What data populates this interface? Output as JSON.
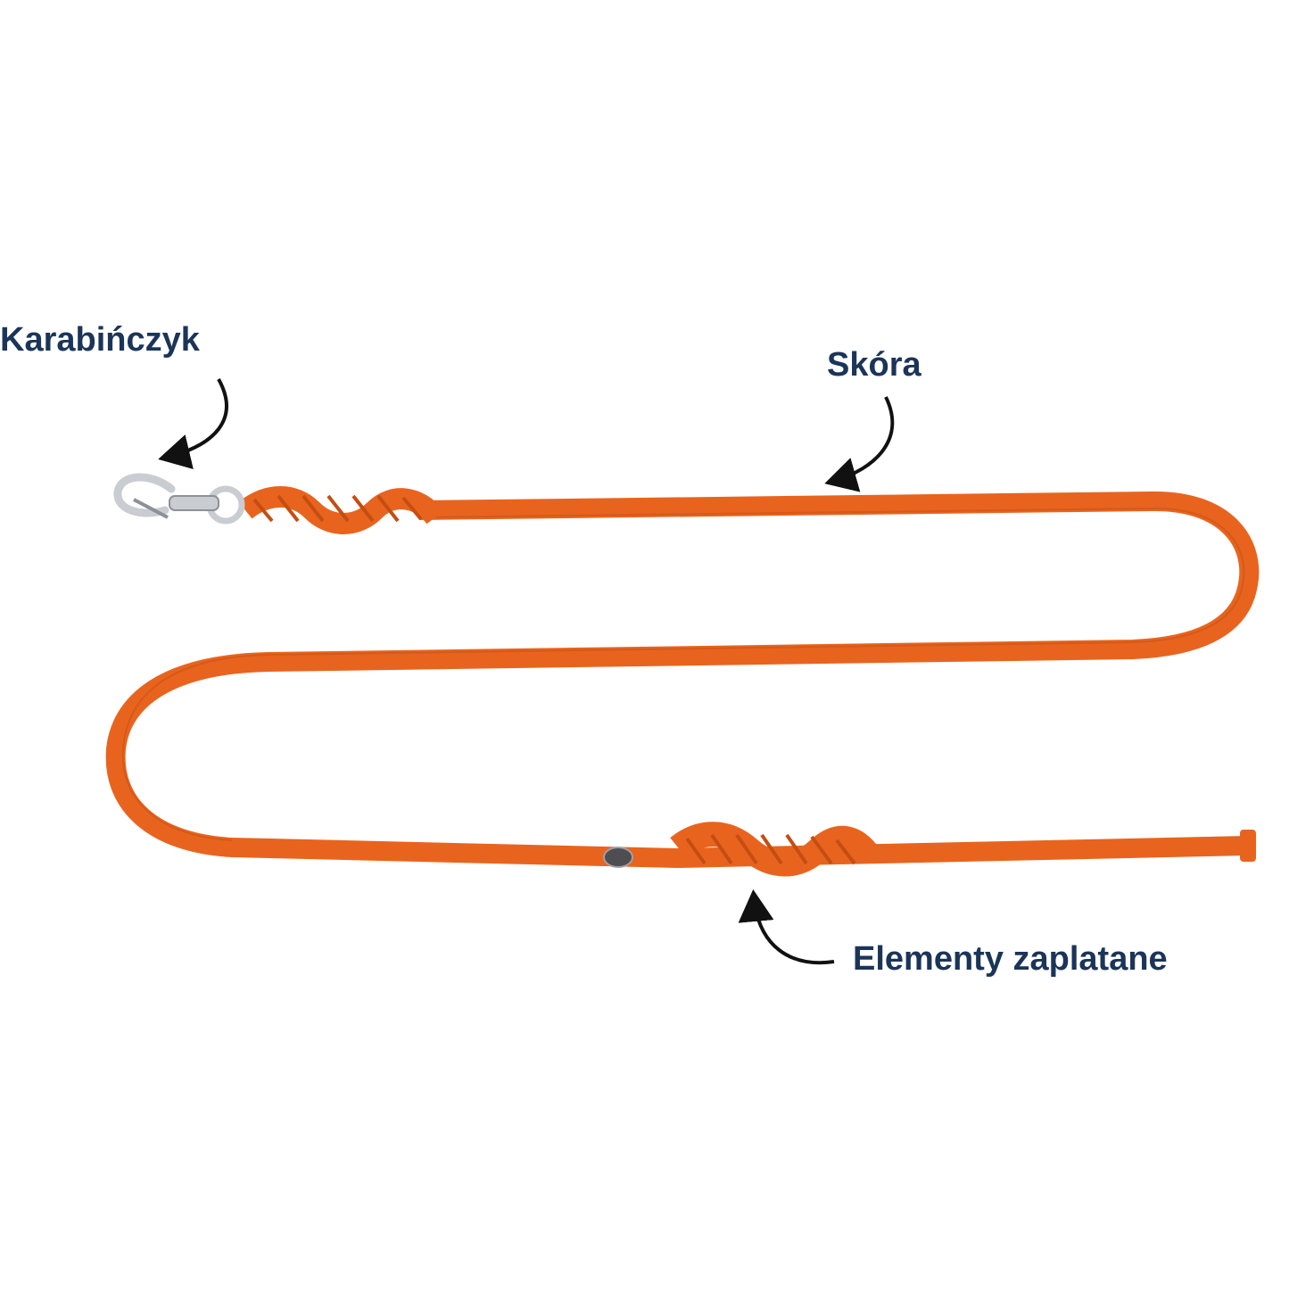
{
  "labels": {
    "carabiner": "Karabińczyk",
    "leather": "Skóra",
    "braided": "Elementy zaplatane"
  },
  "colors": {
    "label_text": "#1b3558",
    "arrow": "#111111",
    "leash": "#e8641e",
    "leash_dark": "#c44e12",
    "metal": "#c9ccd1",
    "background": "#ffffff"
  },
  "icons": {
    "clip": "snap-hook-icon",
    "arrow": "curved-arrow-icon"
  }
}
